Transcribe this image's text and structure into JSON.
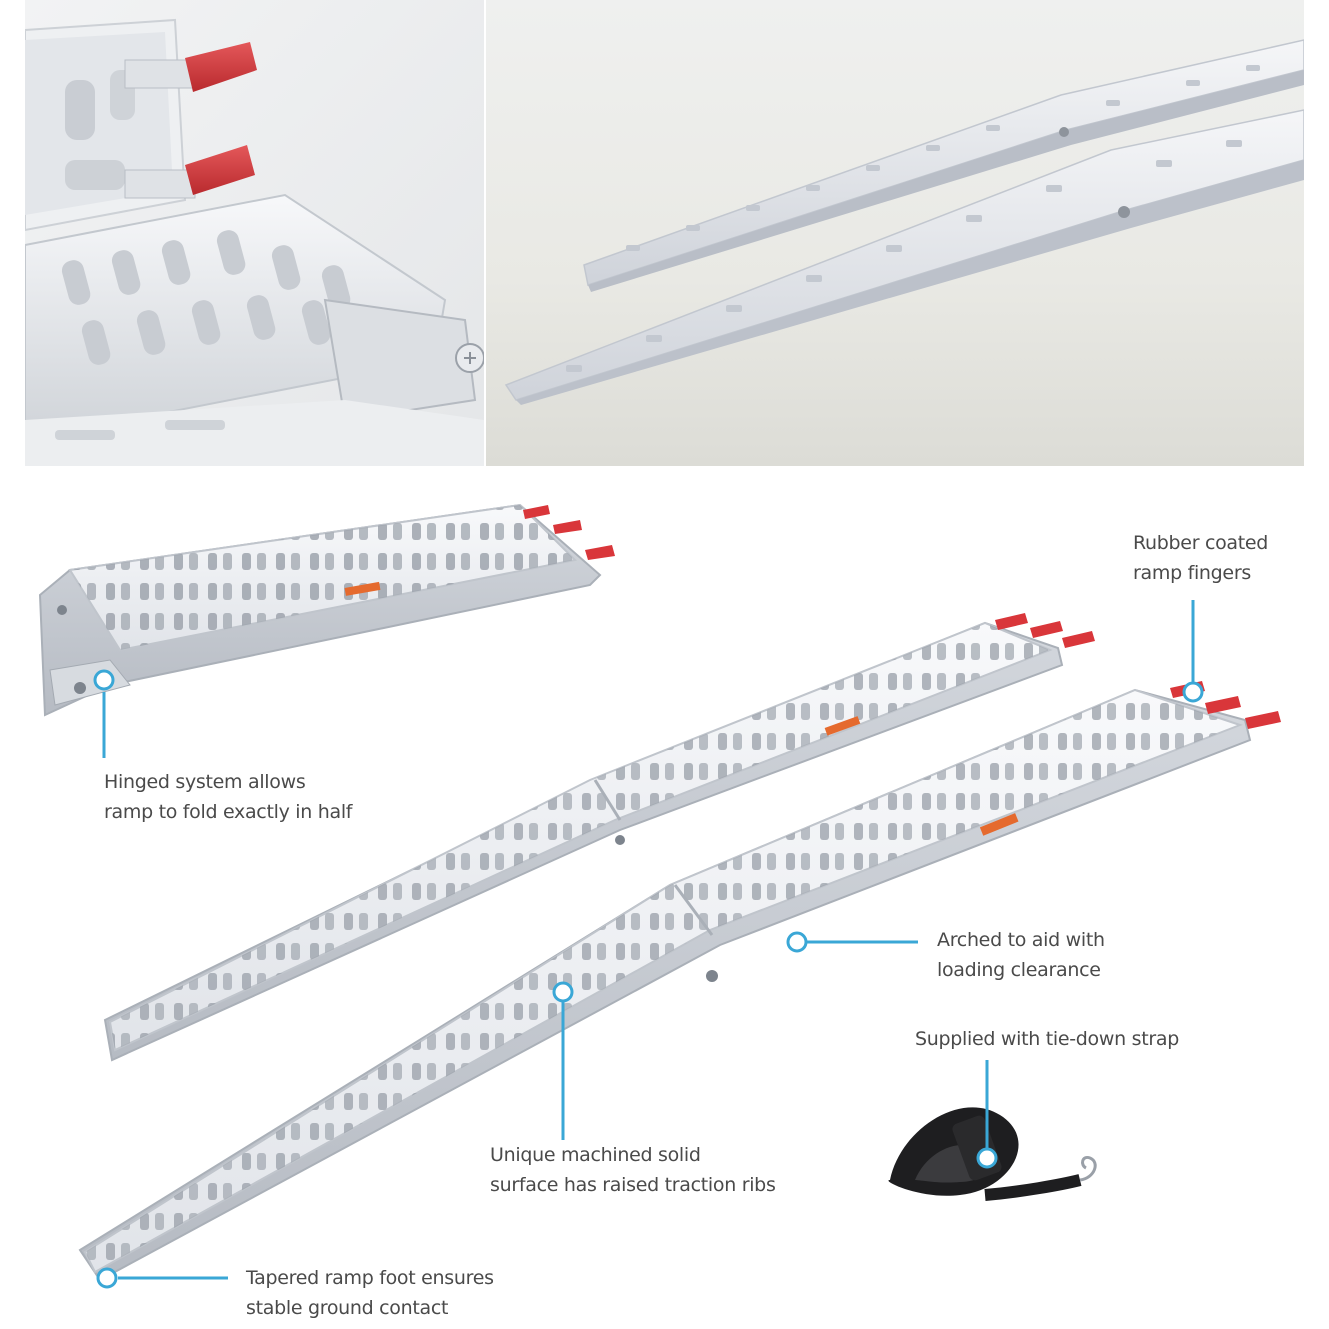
{
  "callouts": {
    "rubber": {
      "line1": "Rubber coated",
      "line2": "ramp fingers"
    },
    "hinged": {
      "line1": "Hinged system allows",
      "line2": "ramp to fold exactly in half"
    },
    "arched": {
      "line1": "Arched to aid with",
      "line2": "loading clearance"
    },
    "strap": {
      "line1": "Supplied with tie-down strap"
    },
    "surface": {
      "line1": "Unique machined solid",
      "line2": "surface has raised traction ribs"
    },
    "foot": {
      "line1": "Tapered ramp foot ensures",
      "line2": "stable ground contact"
    }
  },
  "colors": {
    "callout_line": "#3aa7d6",
    "rubber_tip": "#d9363a",
    "aluminium": "#e8eaee",
    "text": "#4a4a4a"
  }
}
